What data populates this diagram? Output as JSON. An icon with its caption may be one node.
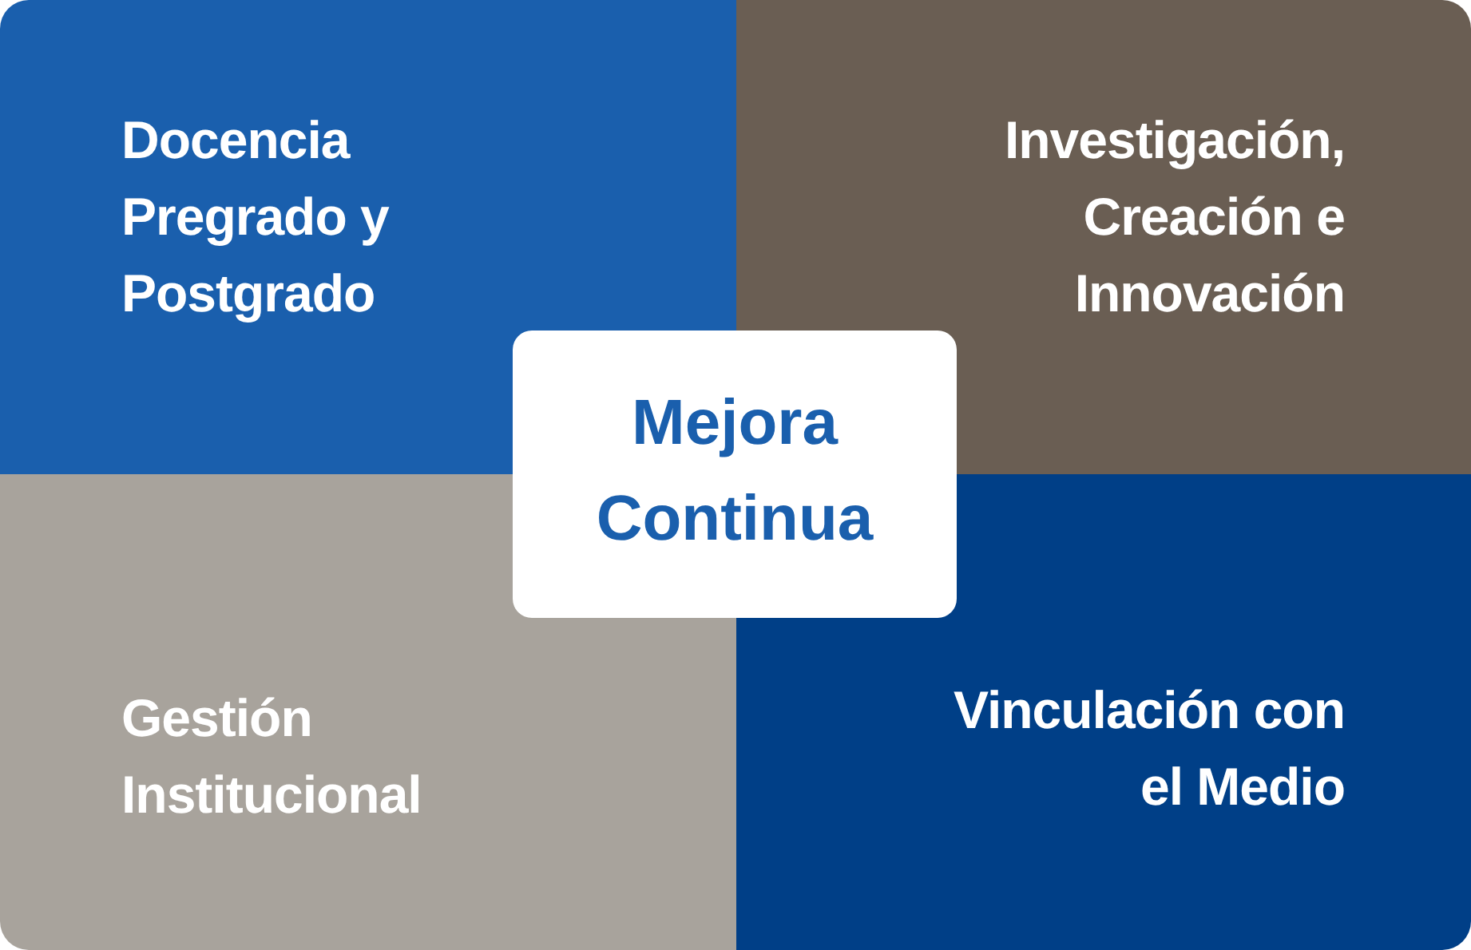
{
  "diagram": {
    "nodes": [
      {
        "text": [
          "Docencia Pregrado y Postgrado"
        ]
      },
      {
        "text": [
          "Investigación, Creación e Innovación"
        ]
      },
      {
        "text": [
          "Mejora Continua"
        ]
      },
      {
        "text": [
          "Gestión Institucional"
        ]
      },
      {
        "text": [
          "Vinculación con el Medio"
        ]
      }
    ]
  }
}
